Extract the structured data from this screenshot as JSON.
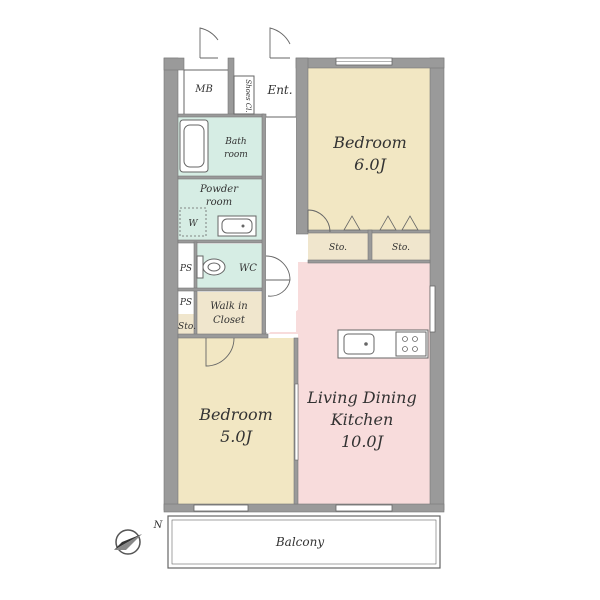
{
  "rooms": {
    "bedroom_a": {
      "label": "Bedroom",
      "size": "6.0J"
    },
    "bedroom_b": {
      "label": "Bedroom",
      "size": "5.0J"
    },
    "ldk": {
      "line1": "Living Dining",
      "line2": "Kitchen",
      "size": "10.0J"
    },
    "bath": {
      "line1": "Bath",
      "line2": "room"
    },
    "powder": {
      "line1": "Powder",
      "line2": "room"
    },
    "wc": {
      "label": "WC"
    },
    "walk_in": {
      "line1": "Walk in",
      "line2": "Closet"
    },
    "entrance": {
      "label": "Ent."
    },
    "mb": {
      "label": "MB"
    },
    "shoes": {
      "label": "Shoes Cl."
    },
    "storage_1": {
      "label": "Sto."
    },
    "storage_2": {
      "label": "Sto."
    },
    "storage_3": {
      "label": "Sto."
    },
    "ps_1": {
      "label": "PS"
    },
    "ps_2": {
      "label": "PS"
    },
    "washer": {
      "label": "W"
    },
    "balcony": {
      "label": "Balcony"
    }
  },
  "compass": {
    "label": "N"
  },
  "colors": {
    "bedroom": "#f2e7c3",
    "ldk": "#f8dcdc",
    "wet": "#d6ede4",
    "service": "#f0e6cd",
    "wall": "#9a9a9a",
    "corridor": "#ffffff"
  }
}
